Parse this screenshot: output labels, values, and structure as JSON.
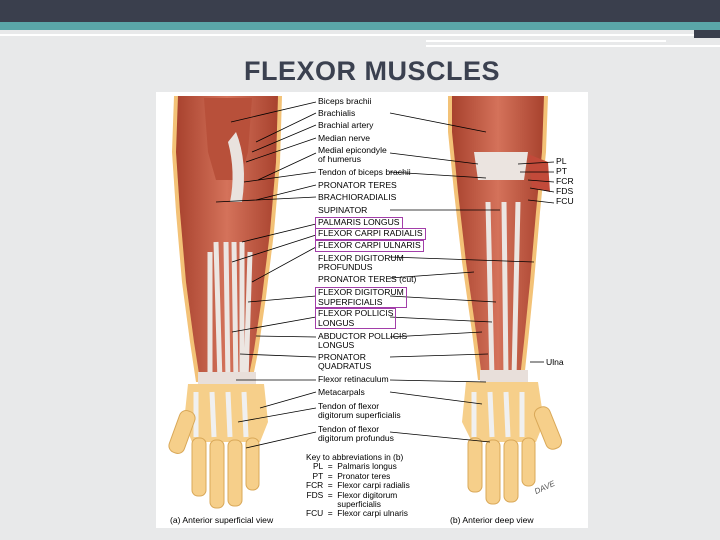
{
  "slide": {
    "title": "FLEXOR MUSCLES"
  },
  "figure": {
    "labels": {
      "biceps_brachii": "Biceps brachii",
      "brachialis": "Brachialis",
      "brachial_artery": "Brachial artery",
      "median_nerve": "Median nerve",
      "medial_epicondyle_1": "Medial epicondyle",
      "medial_epicondyle_2": "of humerus",
      "tendon_biceps": "Tendon of biceps brachii",
      "pronator_teres": "PRONATOR TERES",
      "brachioradialis": "BRACHIORADIALIS",
      "supinator": "SUPINATOR",
      "palmaris_longus": "PALMARIS LONGUS",
      "flexor_carpi_radialis": "FLEXOR CARPI RADIALIS",
      "flexor_carpi_ulnaris": "FLEXOR CARPI ULNARIS",
      "fdp_1": "FLEXOR DIGITORUM",
      "fdp_2": "PROFUNDUS",
      "pronator_teres_cut": "PRONATOR TERES (cut)",
      "fds_1": "FLEXOR DIGITORUM",
      "fds_2": "SUPERFICIALIS",
      "fpl_1": "FLEXOR POLLICIS",
      "fpl_2": "LONGUS",
      "apl_1": "ABDUCTOR POLLICIS",
      "apl_2": "LONGUS",
      "pq_1": "PRONATOR",
      "pq_2": "QUADRATUS",
      "flexor_retinaculum": "Flexor retinaculum",
      "metacarpals": "Metacarpals",
      "tfds_1": "Tendon of flexor",
      "tfds_2": "digitorum superficialis",
      "tfdp_1": "Tendon of flexor",
      "tfdp_2": "digitorum profundus",
      "ulna": "Ulna",
      "pl": "PL",
      "pt": "PT",
      "fcr": "FCR",
      "fds": "FDS",
      "fcu": "FCU"
    },
    "key": {
      "title": "Key to abbreviations in (b)",
      "rows": [
        {
          "abbr": "PL",
          "eq": "=",
          "name": "Palmaris longus"
        },
        {
          "abbr": "PT",
          "eq": "=",
          "name": "Pronator teres"
        },
        {
          "abbr": "FCR",
          "eq": "=",
          "name": "Flexor carpi radialis"
        },
        {
          "abbr": "FDS",
          "eq": "=",
          "name": "Flexor digitorum"
        },
        {
          "abbr": "",
          "eq": "",
          "name": "superficialis"
        },
        {
          "abbr": "FCU",
          "eq": "=",
          "name": "Flexor carpi ulnaris"
        }
      ]
    },
    "captions": {
      "a": "(a) Anterior superficial view",
      "b": "(b) Anterior deep view"
    },
    "signature": "DAVE",
    "colors": {
      "highlight_box": "#a23ea9",
      "muscle": "#c7634a",
      "skin": "#f6cf8a",
      "tendon": "#e8e1de"
    }
  }
}
